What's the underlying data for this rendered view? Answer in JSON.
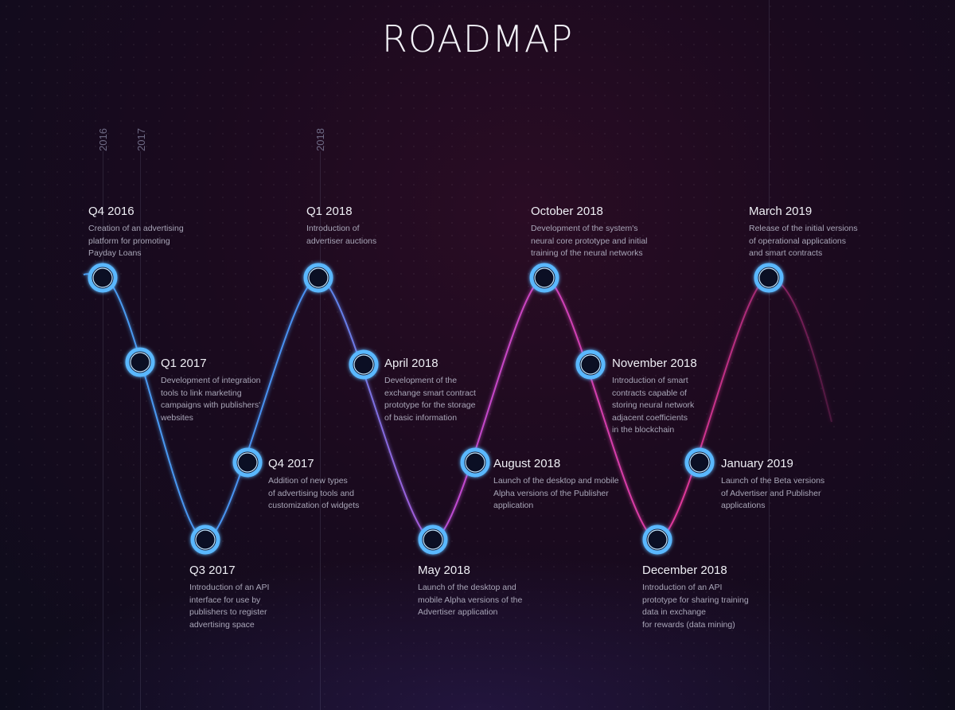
{
  "title": "ROADMAP",
  "years": [
    "2016",
    "2017",
    "2018"
  ],
  "colors": {
    "blue": "#3f8fe8",
    "magenta": "#d63aa8",
    "node": "#5ab8ff"
  },
  "milestones": [
    {
      "date": "Q4 2016",
      "desc": "Creation of an advertising\nplatform for promoting\nPayday Loans"
    },
    {
      "date": "Q1 2017",
      "desc": "Development of integration\ntools to link marketing\ncampaigns with publishers'\nwebsites"
    },
    {
      "date": "Q3 2017",
      "desc": "Introduction of an API\ninterface for use by\npublishers to register\nadvertising space"
    },
    {
      "date": "Q4 2017",
      "desc": "Addition of new types\nof advertising tools and\ncustomization of widgets"
    },
    {
      "date": "Q1 2018",
      "desc": "Introduction of\nadvertiser auctions"
    },
    {
      "date": "April 2018",
      "desc": "Development of the\nexchange smart contract\nprototype for the storage\nof basic information"
    },
    {
      "date": "May 2018",
      "desc": "Launch of the desktop and\nmobile Alpha versions of the\nAdvertiser application"
    },
    {
      "date": "August 2018",
      "desc": "Launch of the desktop and mobile\nAlpha versions of the Publisher\napplication"
    },
    {
      "date": "October 2018",
      "desc": "Development of the system's\nneural core prototype and initial\ntraining of the neural networks"
    },
    {
      "date": "November 2018",
      "desc": "Introduction of smart\ncontracts capable of\nstoring neural network\nadjacent coefficients\nin the blockchain"
    },
    {
      "date": "December 2018",
      "desc": "Introduction of an API\nprototype for sharing training\ndata in exchange\nfor rewards (data mining)"
    },
    {
      "date": "January 2019",
      "desc": "Launch of the Beta versions\nof Advertiser and Publisher\napplications"
    },
    {
      "date": "March 2019",
      "desc": "Release of the initial versions\nof operational applications\nand smart contracts"
    }
  ]
}
